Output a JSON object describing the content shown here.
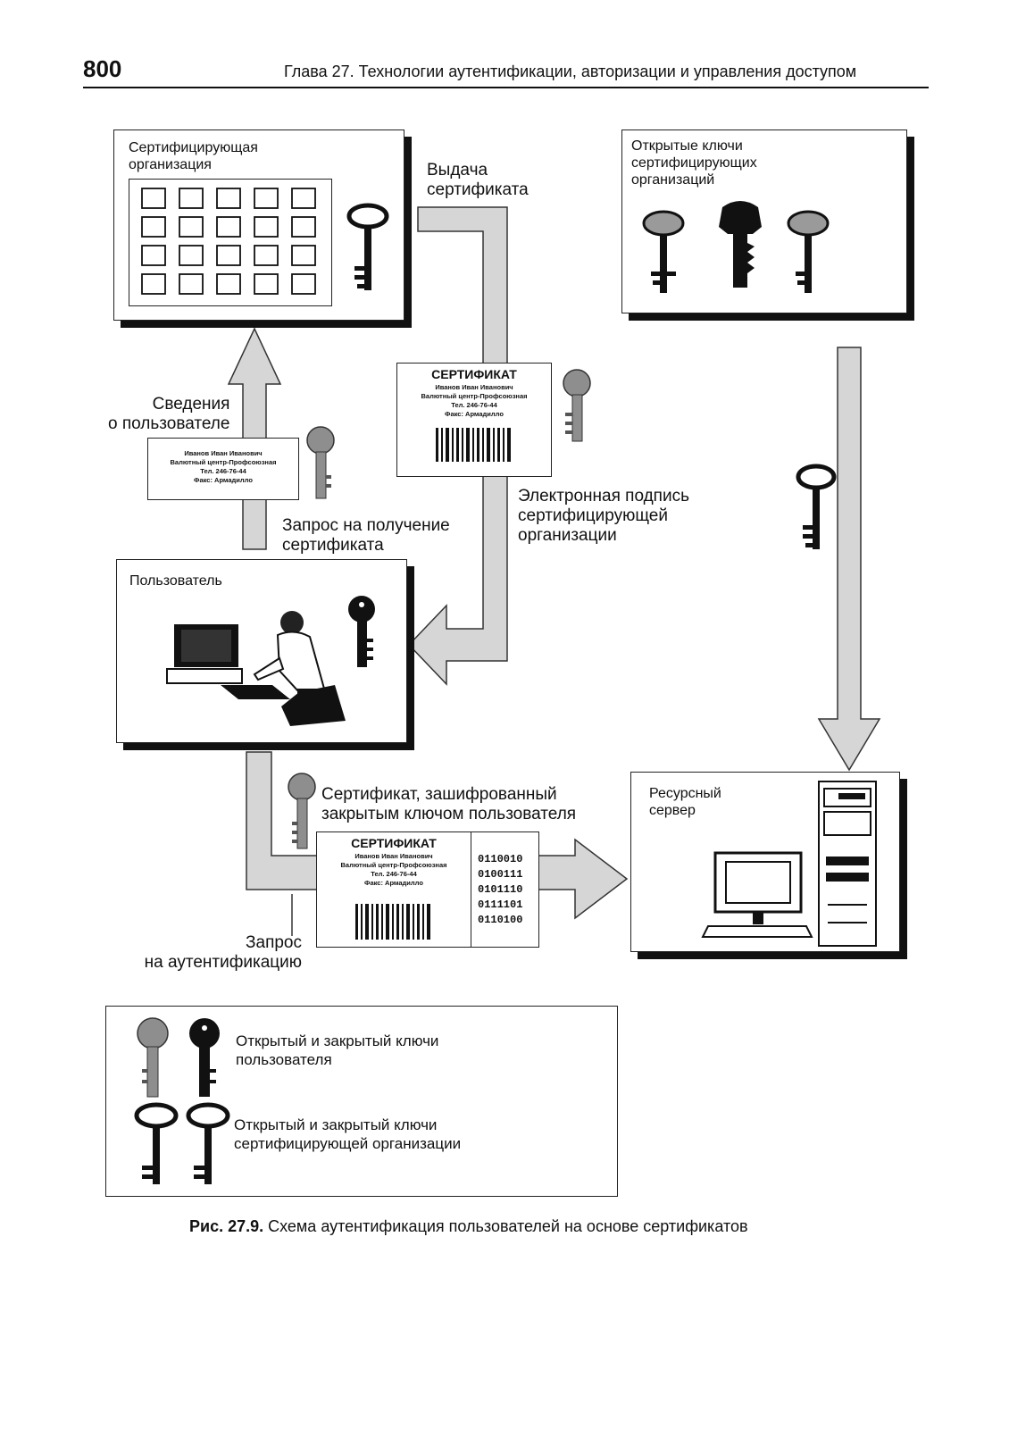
{
  "header": {
    "page_number": "800",
    "chapter_title": "Глава 27. Технологии аутентификации, авторизации и управления доступом"
  },
  "boxes": {
    "ca": "Сертифицирующая\nорганизация",
    "public_keys": "Открытые ключи\nсертифицирующих\nорганизаций",
    "user": "Пользователь",
    "server": "Ресурсный\nсервер"
  },
  "labels": {
    "issue": "Выдача\nсертификата",
    "user_info": "Сведения\nо пользователе",
    "cert_request": "Запрос на получение\nсертификата",
    "signature": "Электронная подпись\nсертифицирующей\nорганизации",
    "encrypted_cert": "Сертификат, зашифрованный\nзакрытым ключом пользователя",
    "auth_request": "Запрос\nна аутентификацию"
  },
  "certificate": {
    "title": "СЕРТИФИКАТ",
    "name": "Иванов Иван Иванович",
    "org": "Валютный центр-Профсоюзная",
    "phone": "Тел. 246-76-44",
    "fax": "Факс: Армадилло"
  },
  "bits": [
    "0110010",
    "0100111",
    "0101110",
    "0111101",
    "0110100"
  ],
  "legend": {
    "user_keys": "Открытый и закрытый ключи\nпользователя",
    "ca_keys": "Открытый и закрытый ключи\nсертифицирующей организации"
  },
  "caption": {
    "number": "Рис. 27.9.",
    "text": " Схема аутентификация пользователей на основе сертификатов"
  },
  "colors": {
    "arrow_fill": "#d6d6d6",
    "user_key": "#8e8e8e",
    "private_key": "#111111"
  }
}
